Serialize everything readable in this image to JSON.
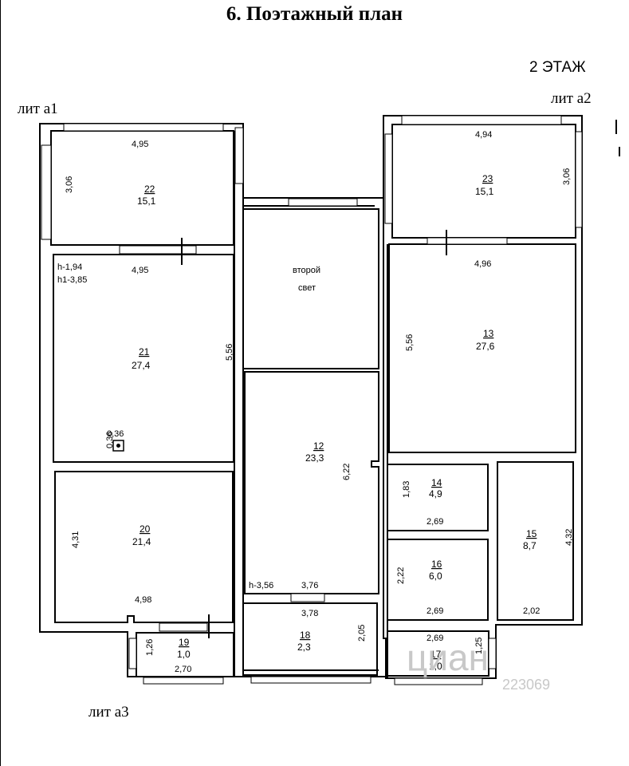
{
  "title": "6. Поэтажный план",
  "floor": "2 ЭТАЖ",
  "lit_labels": {
    "a1": "лит а1",
    "a2": "лит а2",
    "a3": "лит а3"
  },
  "second_light": {
    "line1": "второй",
    "line2": "свет"
  },
  "rooms": [
    {
      "num": "22",
      "area": "15,1",
      "w": "4,95",
      "h": "3,06"
    },
    {
      "num": "23",
      "area": "15,1",
      "w": "4,94",
      "h": "3,06"
    },
    {
      "num": "21",
      "area": "27,4",
      "w": "4,95",
      "h": "5,56",
      "note1": "h-1,94",
      "note2": "h1-3,85"
    },
    {
      "num": "13",
      "area": "27,6",
      "w": "4,96",
      "h": "5,56"
    },
    {
      "num": "12",
      "area": "23,3",
      "h": "6,22",
      "note": "h-3,56",
      "w1": "3,76",
      "w2": "3,78"
    },
    {
      "num": "20",
      "area": "21,4",
      "w": "4,98",
      "h": "4,31"
    },
    {
      "num": "14",
      "area": "4,9",
      "w": "2,69",
      "h": "1,83"
    },
    {
      "num": "15",
      "area": "8,7",
      "w": "2,02",
      "h": "4,32"
    },
    {
      "num": "16",
      "area": "6,0",
      "w": "2,69",
      "h": "2,22"
    },
    {
      "num": "18",
      "area": "2,3",
      "h": "2,05"
    },
    {
      "num": "19",
      "area": "1,0",
      "w": "2,70",
      "h": "1,26"
    },
    {
      "num": "17",
      "area": "1,0",
      "w": "2,69",
      "h": "1,25"
    }
  ],
  "chimney": {
    "w": "0,36",
    "h": "0,36"
  },
  "watermark": {
    "brand": "циан",
    "id": "223069"
  }
}
